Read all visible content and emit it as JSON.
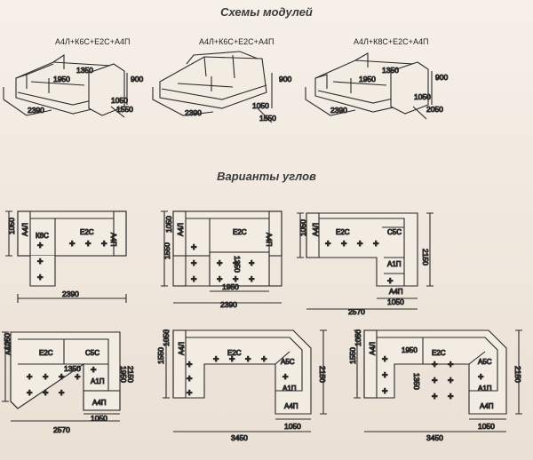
{
  "titles": {
    "modules": "Схемы модулей",
    "corners": "Варианты углов"
  },
  "modules": [
    {
      "formula": "А4Л+К6С+Е2С+А4П",
      "dims": [
        "1350",
        "1950",
        "900",
        "1050",
        "1550",
        "2390"
      ]
    },
    {
      "formula": "А4Л+К6С+Е2С+А4П",
      "dims": [
        "900",
        "1050",
        "1550",
        "2390"
      ]
    },
    {
      "formula": "А4Л+К8С+Е2С+А4П",
      "dims": [
        "1350",
        "1950",
        "900",
        "1050",
        "2050",
        "2390"
      ]
    }
  ],
  "corners": [
    {
      "labels": [
        "К6С",
        "Е2С",
        "А4П",
        "А4Л"
      ],
      "dims": [
        "1050",
        "2390"
      ]
    },
    {
      "labels": [
        "Е2С",
        "А4П",
        "А4Л"
      ],
      "dims": [
        "1050",
        "1550",
        "1950",
        "2390",
        "1350"
      ]
    },
    {
      "labels": [
        "Е2С",
        "С5С",
        "А1П",
        "А4П",
        "А4Л"
      ],
      "dims": [
        "1050",
        "2150",
        "2570",
        "1050"
      ]
    },
    {
      "labels": [
        "Е2С",
        "С5С",
        "А1П",
        "А4П",
        "А4Л"
      ],
      "dims": [
        "1050",
        "2150",
        "1950",
        "1350",
        "2570",
        "1050"
      ]
    },
    {
      "labels": [
        "Е2С",
        "А5С",
        "А1П",
        "А4П",
        "А4Л"
      ],
      "dims": [
        "1050",
        "1550",
        "2150",
        "3450",
        "1050"
      ]
    },
    {
      "labels": [
        "1950",
        "Е2С",
        "А5С",
        "А1П",
        "А4П",
        "А4Л"
      ],
      "dims": [
        "1050",
        "1550",
        "2150",
        "1350",
        "3450",
        "1050"
      ]
    }
  ]
}
